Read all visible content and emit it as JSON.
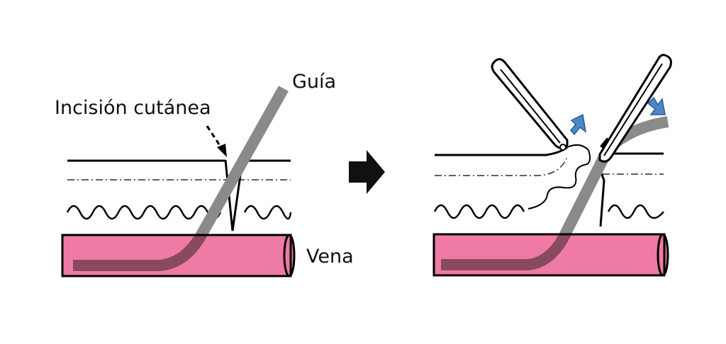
{
  "labels": {
    "guide": "Guía",
    "skin_incision": "Incisión cutánea",
    "vein": "Vena"
  },
  "colors": {
    "vein_fill": "#f07aa6",
    "vein_overlap": "#8a4a5e",
    "guide_gray": "#8a8a8a",
    "outline": "#000000",
    "arrow_blue": "#4f86c6",
    "background": "#ffffff"
  },
  "panels": [
    {
      "name": "before",
      "depicts": [
        "skin-line",
        "incision",
        "subcutaneous-line",
        "wavy-tissue",
        "vein",
        "guidewire"
      ]
    },
    {
      "name": "after",
      "depicts": [
        "skin-line",
        "forceps-left",
        "forceps-right",
        "dilation-arrows",
        "wavy-tissue",
        "vein",
        "guidewire"
      ]
    }
  ],
  "transition_arrow": "right-arrow-icon"
}
